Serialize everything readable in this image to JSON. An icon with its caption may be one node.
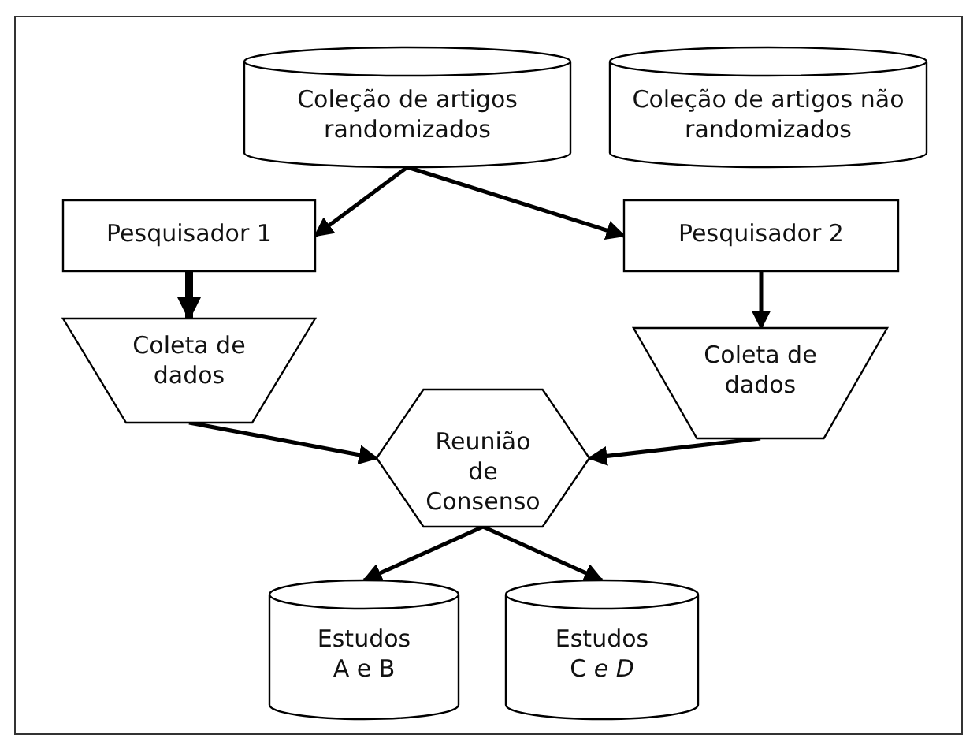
{
  "diagram": {
    "nodes": [
      {
        "text": [
          "Coleção de artigos randomizados"
        ]
      },
      {
        "text": [
          "Coleção de artigos não randomizados"
        ]
      },
      {
        "text": [
          "Pesquisador 1"
        ]
      },
      {
        "text": [
          "Pesquisador 2"
        ]
      },
      {
        "text": [
          "Coleta de dados"
        ]
      },
      {
        "text": [
          "Coleta de dados"
        ]
      },
      {
        "text": [
          "Reunião de Consenso"
        ]
      },
      {
        "text": [
          "Estudos A e B"
        ]
      },
      {
        "text": [
          "Estudos C *e D*"
        ]
      }
    ],
    "edges": [
      {
        "from": 0,
        "to": 2,
        "arrow": "to"
      },
      {
        "from": 0,
        "to": 3,
        "arrow": "to"
      },
      {
        "from": 2,
        "to": 4,
        "arrow": "to",
        "style": "thick"
      },
      {
        "from": 3,
        "to": 5,
        "arrow": "to"
      },
      {
        "from": 4,
        "to": 6,
        "arrow": "to"
      },
      {
        "from": 5,
        "to": 6,
        "arrow": "to"
      },
      {
        "from": 6,
        "to": 7,
        "arrow": "to"
      },
      {
        "from": 6,
        "to": 8,
        "arrow": "to"
      }
    ]
  }
}
